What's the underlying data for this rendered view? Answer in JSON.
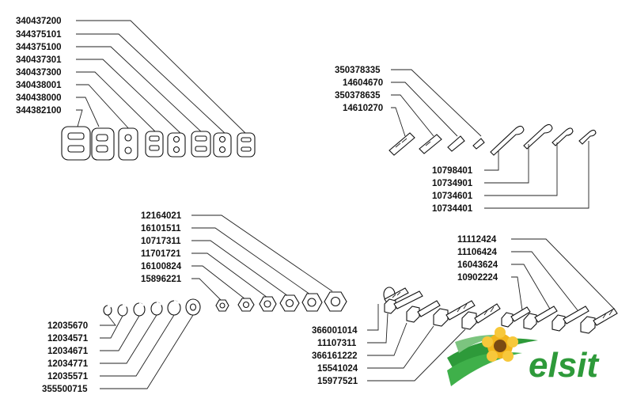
{
  "groups": {
    "links": {
      "labels": [
        "340437200",
        "344375101",
        "344375100",
        "340437301",
        "340437300",
        "340438001",
        "340438000",
        "344382100"
      ]
    },
    "pins": {
      "labels_top": [
        "350378335",
        "14604670",
        "350378635",
        "14610270"
      ],
      "labels_bottom": [
        "10798401",
        "10734901",
        "10734601",
        "10734401"
      ]
    },
    "nuts": {
      "labels": [
        "12164021",
        "16101511",
        "10717311",
        "11701721",
        "16100824",
        "15896221"
      ]
    },
    "washers": {
      "labels": [
        "12035670",
        "12034571",
        "12034671",
        "12034771",
        "12035571",
        "355500715"
      ]
    },
    "bolts_left": {
      "labels": [
        "366001014",
        "11107311",
        "366161222",
        "15541024",
        "15977521"
      ]
    },
    "bolts_right": {
      "labels": [
        "11112424",
        "11106424",
        "16043624",
        "10902224"
      ]
    }
  },
  "logo": {
    "text": "elsit",
    "colors": {
      "green": "#2e9a3a",
      "sun": "#f2b51c",
      "sun_center": "#7a4a12"
    }
  }
}
